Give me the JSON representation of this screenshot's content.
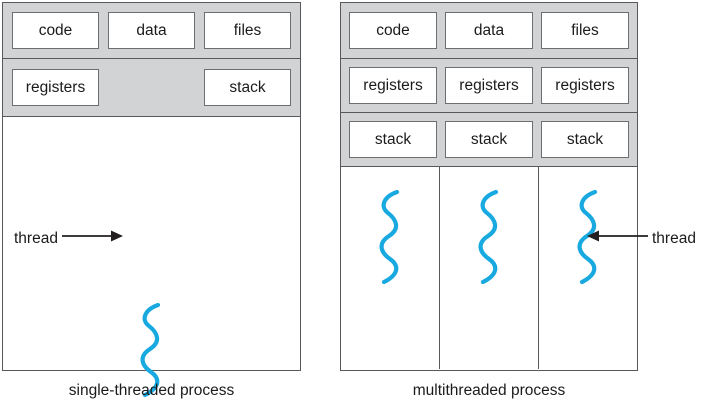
{
  "figure": {
    "title": "",
    "colors": {
      "thread_blue": "#18a9e0",
      "band_gray": "#d2d3d4",
      "panel_border": "#58585a",
      "cell_border": "#6d6e70",
      "text": "#1b1b1b"
    }
  },
  "single_process": {
    "caption": "single-threaded process",
    "shared_resources": [
      "code",
      "data",
      "files"
    ],
    "per_thread_resources": [
      "registers",
      "stack"
    ],
    "thread_count": 1,
    "thread_annotation": "thread"
  },
  "multi_process": {
    "caption": "multithreaded process",
    "shared_resources": [
      "code",
      "data",
      "files"
    ],
    "registers_row": [
      "registers",
      "registers",
      "registers"
    ],
    "stack_row": [
      "stack",
      "stack",
      "stack"
    ],
    "thread_count": 3,
    "thread_annotation": "thread"
  },
  "icons": {
    "thread_squiggle": "thread-squiggle-icon",
    "arrow_right": "arrow-right-icon",
    "arrow_left": "arrow-left-icon"
  }
}
